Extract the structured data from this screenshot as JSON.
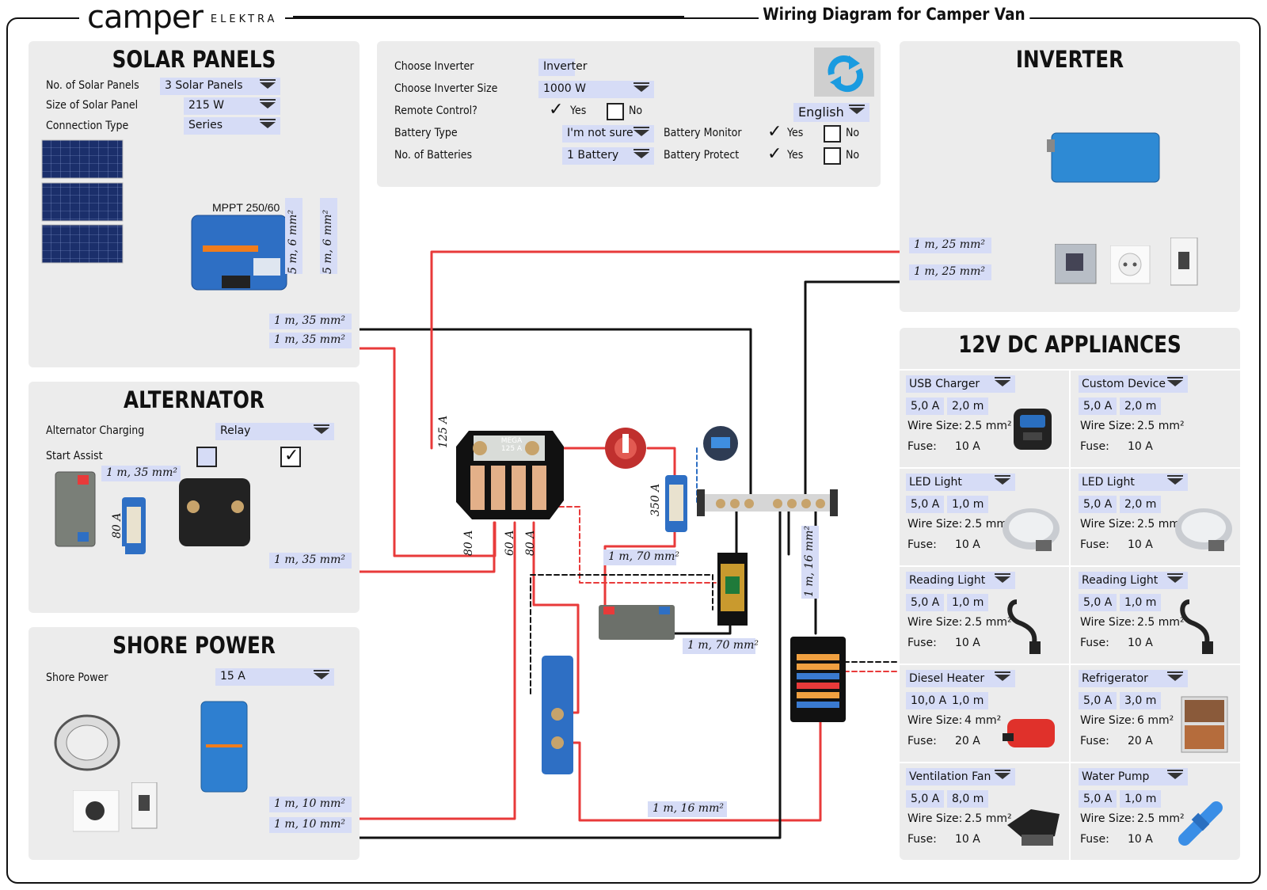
{
  "brand": {
    "logo_main": "camper",
    "logo_sub": "ELEKTRA"
  },
  "title": "Wiring Diagram for Camper Van",
  "solar": {
    "title": "SOLAR PANELS",
    "rows": [
      {
        "label": "No. of Solar Panels",
        "value": "3 Solar Panels"
      },
      {
        "label": "Size of Solar Panel",
        "value": "215 W"
      },
      {
        "label": "Connection Type",
        "value": "Series"
      }
    ],
    "controller": "MPPT 250/60",
    "wire_v1": "5 m, 6 mm²",
    "wire_v2": "5 m, 6 mm²",
    "wire_1": "1 m, 35 mm²",
    "wire_2": "1 m, 35 mm²"
  },
  "settings": {
    "choose_inverter_label": "Choose Inverter",
    "choose_inverter_value": "Inverter",
    "inverter_size_label": "Choose Inverter Size",
    "inverter_size_value": "1000 W",
    "remote_label": "Remote Control?",
    "yes": "Yes",
    "no": "No",
    "battery_type_label": "Battery Type",
    "battery_type_value": "I'm not sure",
    "batteries_label": "No. of Batteries",
    "batteries_value": "1 Battery",
    "battery_monitor_label": "Battery Monitor",
    "battery_protect_label": "Battery Protect",
    "language": "English"
  },
  "inverter": {
    "title": "INVERTER",
    "wire_1": "1 m, 25 mm²",
    "wire_2": "1 m, 25 mm²"
  },
  "alternator": {
    "title": "ALTERNATOR",
    "charging_label": "Alternator Charging",
    "charging_value": "Relay",
    "start_assist_label": "Start Assist",
    "wire_1": "1 m, 35 mm²",
    "wire_2": "1 m, 35 mm²",
    "fuse": "80 A"
  },
  "shore": {
    "title": "SHORE POWER",
    "label": "Shore Power",
    "value": "15 A",
    "wire_1": "1 m, 10 mm²",
    "wire_2": "1 m, 10 mm²"
  },
  "center": {
    "fuse_125": "125 A",
    "fuse_a": "80 A",
    "fuse_b": "60 A",
    "fuse_c": "80 A",
    "fuse_350": "350 A",
    "wire_70a": "1 m, 70 mm²",
    "wire_70b": "1 m, 70 mm²",
    "wire_16a": "1 m, 16 mm²",
    "wire_16b": "1 m, 16 mm²",
    "mega_label": "MEGA 125 A"
  },
  "appliances": {
    "title": "12V DC APPLIANCES",
    "wire_size_label": "Wire Size:",
    "fuse_label": "Fuse:",
    "items": [
      {
        "name": "USB Charger",
        "amps": "5,0 A",
        "length": "2,0 m",
        "wire": "2.5 mm²",
        "fuse": "10 A"
      },
      {
        "name": "Custom Device",
        "amps": "5,0 A",
        "length": "2,0 m",
        "wire": "2.5 mm²",
        "fuse": "10 A"
      },
      {
        "name": "LED Light",
        "amps": "5,0 A",
        "length": "1,0 m",
        "wire": "2.5 mm²",
        "fuse": "10 A"
      },
      {
        "name": "LED Light",
        "amps": "5,0 A",
        "length": "2,0 m",
        "wire": "2.5 mm²",
        "fuse": "10 A"
      },
      {
        "name": "Reading Light",
        "amps": "5,0 A",
        "length": "1,0 m",
        "wire": "2.5 mm²",
        "fuse": "10 A"
      },
      {
        "name": "Reading Light",
        "amps": "5,0 A",
        "length": "1,0 m",
        "wire": "2.5 mm²",
        "fuse": "10 A"
      },
      {
        "name": "Diesel Heater",
        "amps": "10,0 A",
        "length": "1,0 m",
        "wire": "4 mm²",
        "fuse": "20 A"
      },
      {
        "name": "Refrigerator",
        "amps": "5,0 A",
        "length": "3,0 m",
        "wire": "6 mm²",
        "fuse": "20 A"
      },
      {
        "name": "Ventilation Fan",
        "amps": "5,0 A",
        "length": "8,0 m",
        "wire": "2.5 mm²",
        "fuse": "10 A"
      },
      {
        "name": "Water Pump",
        "amps": "5,0 A",
        "length": "1,0 m",
        "wire": "2.5 mm²",
        "fuse": "10 A"
      }
    ]
  },
  "colors": {
    "panel": "#ececec",
    "field": "#d6dcf6",
    "wire_red": "#e83a3a",
    "wire_black": "#111111",
    "accent_blue": "#2e6fc4"
  }
}
